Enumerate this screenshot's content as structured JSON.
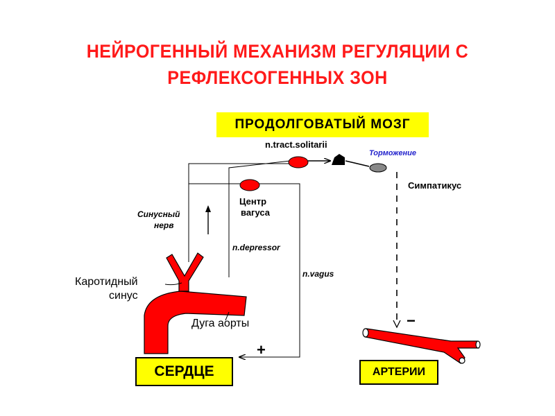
{
  "title": {
    "line1": "НЕЙРОГЕННЫЙ МЕХАНИЗМ  РЕГУЛЯЦИИ  С",
    "line2": "РЕФЛЕКСОГЕННЫХ  ЗОН"
  },
  "boxes": {
    "medulla": "ПРОДОЛГОВАТЫЙ МОЗГ",
    "heart": "СЕРДЦЕ",
    "arteries": "АРТЕРИИ"
  },
  "labels": {
    "tract_solitarii": "n.tract.solitarii",
    "inhibition": "Торможение",
    "sympathicus": "Симпатикус",
    "vagus_center_1": "Центр",
    "vagus_center_2": "вагуса",
    "sinus_nerve_1": "Синусный",
    "sinus_nerve_2": "нерв",
    "depressor": "n.depressor",
    "vagus": "n.vagus",
    "carotid_1": "Каротидный",
    "carotid_2": "синус",
    "aortic_arch": "Дуга аорты",
    "plus": "+",
    "minus": "−"
  },
  "colors": {
    "title": "#ff1a1a",
    "vessel": "#ff0000",
    "box_fill": "#ffff00",
    "inhibition_text": "#2222cc",
    "synapse_gray": "#888888"
  }
}
